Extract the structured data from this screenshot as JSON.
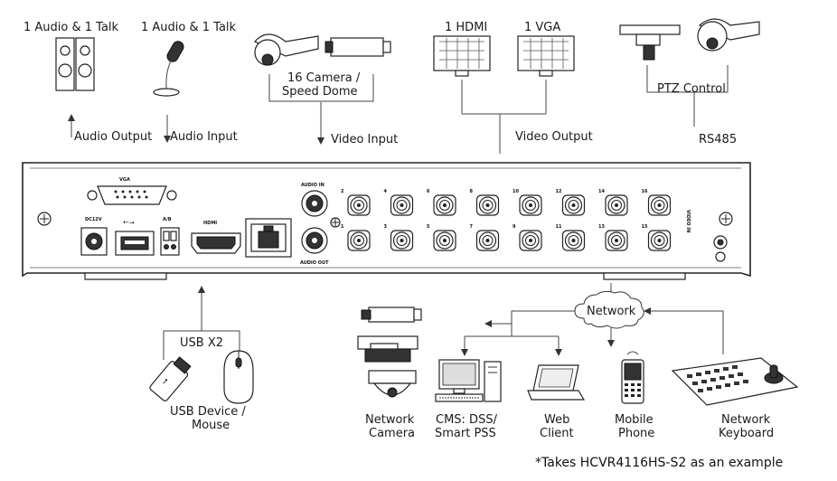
{
  "top": {
    "audio_out_title": "1 Audio  & 1 Talk",
    "audio_in_title": "1 Audio & 1 Talk",
    "camera_title_1": "16  Camera /",
    "camera_title_2": "Speed Dome",
    "hdmi_title": "1 HDMI",
    "vga_title": "1 VGA",
    "ptz_title": "PTZ Control",
    "audio_output": "Audio  Output",
    "audio_input": "Audio  Input",
    "video_input": "Video Input",
    "video_output": "Video Output",
    "rs485": "RS485"
  },
  "panel": {
    "vga": "VGA",
    "dc": "DC12V",
    "ab": "A/B",
    "hdmi": "HDMI",
    "audio_in": "AUDIO IN",
    "audio_out": "AUDIO OUT",
    "video_in": "VIDEO IN",
    "bnc_top": [
      "2",
      "4",
      "6",
      "8",
      "10",
      "12",
      "14",
      "16"
    ],
    "bnc_bottom": [
      "1",
      "3",
      "5",
      "7",
      "9",
      "11",
      "13",
      "15"
    ]
  },
  "bottom": {
    "usb_x2": "USB X2",
    "usb_device_1": "USB Device /",
    "usb_device_2": "Mouse",
    "network": "Network",
    "network_camera_1": "Network",
    "network_camera_2": "Camera",
    "cms_1": "CMS: DSS/",
    "cms_2": "Smart PSS",
    "web_1": "Web",
    "web_2": "Client",
    "mobile_1": "Mobile",
    "mobile_2": "Phone",
    "keyboard_1": "Network",
    "keyboard_2": "Keyboard"
  },
  "footnote": "*Takes  HCVR4116HS-S2  as  an  example"
}
